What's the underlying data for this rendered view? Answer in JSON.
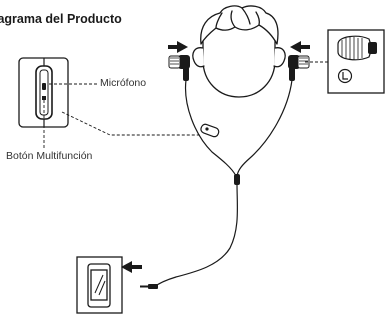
{
  "diagram": {
    "title": "iagrama del Producto",
    "labels": {
      "microphone": "Micrófono",
      "multifunction_button": "Botón Multifunción"
    }
  }
}
